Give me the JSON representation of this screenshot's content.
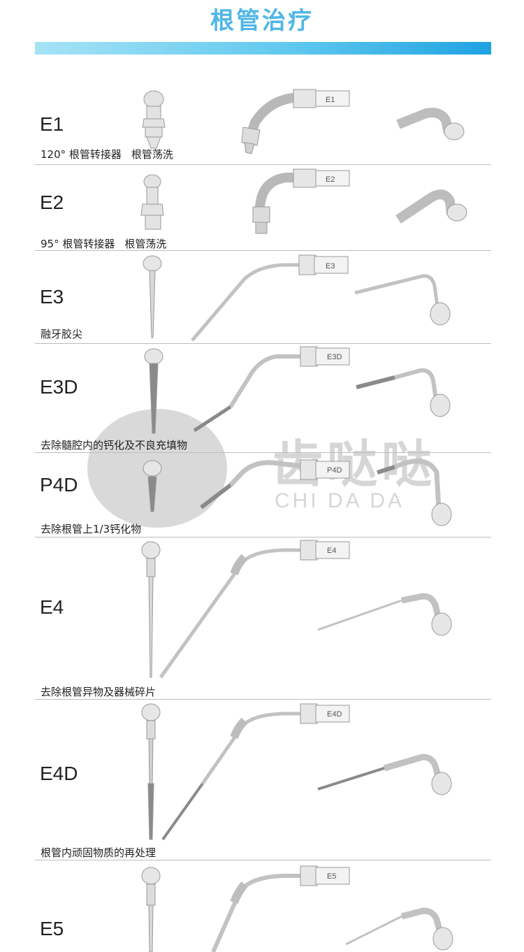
{
  "page": {
    "title": "根管治疗"
  },
  "watermark": {
    "cn": "齿哒哒",
    "en": "CHI DA DA"
  },
  "rows": [
    {
      "code": "E1",
      "desc_parts": [
        "120°  根管转接器",
        "根管荡洗"
      ]
    },
    {
      "code": "E2",
      "desc_parts": [
        "95°  根管转接器",
        "根管荡洗"
      ]
    },
    {
      "code": "E3",
      "desc_parts": [
        "融牙胶尖"
      ]
    },
    {
      "code": "E3D",
      "desc_parts": [
        "去除髓腔内的钙化及不良充填物"
      ]
    },
    {
      "code": "P4D",
      "desc_parts": [
        "去除根管上1/3钙化物"
      ]
    },
    {
      "code": "E4",
      "desc_parts": [
        "去除根管异物及器械碎片"
      ]
    },
    {
      "code": "E4D",
      "desc_parts": [
        "根管内顽固物质的再处理"
      ]
    },
    {
      "code": "E5",
      "desc_parts": []
    }
  ],
  "colors": {
    "title": "#4fb6e6",
    "bar_start": "#a6e3f6",
    "bar_end": "#1fa2e2",
    "divider": "#bdbdbd"
  }
}
